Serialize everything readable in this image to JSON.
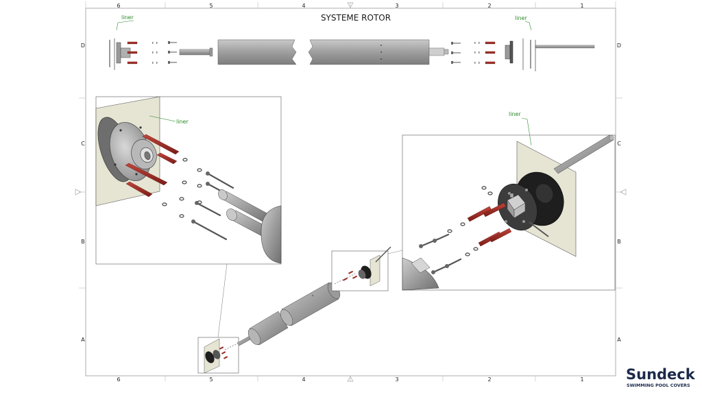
{
  "title": "SYSTEME ROTOR",
  "grid": {
    "columns": [
      "6",
      "5",
      "4",
      "3",
      "2",
      "1"
    ],
    "rows": [
      "D",
      "C",
      "B",
      "A"
    ]
  },
  "labels": {
    "liner": "liner"
  },
  "logo": {
    "brand": "Sundeck",
    "tagline": "SWIMMING POOL COVERS"
  },
  "colors": {
    "liner_label": "#2a8a2a",
    "pin_red": "#9b2a22",
    "tube_grey": "#9a9a9a",
    "panel_beige": "#e6e4d3",
    "logo_navy": "#1c2a4a"
  }
}
